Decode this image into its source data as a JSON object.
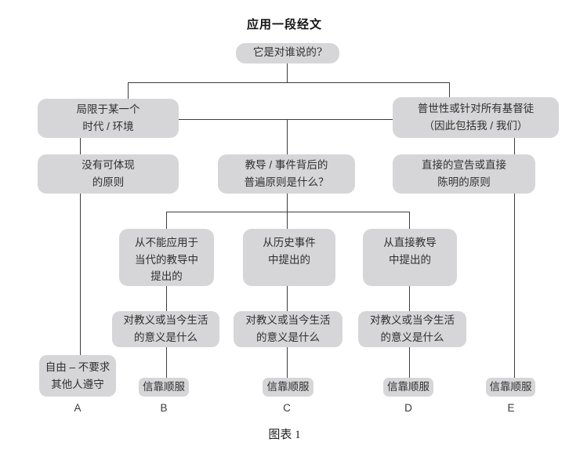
{
  "title": "应用一段经文",
  "caption": "图表 1",
  "colors": {
    "box_fill": "#d6d6d8",
    "connector": "#3c3c3c",
    "box_text": "#2f2f2f",
    "background": "#ffffff"
  },
  "flowchart": {
    "root_question": "它是对谁说的?",
    "left_branch": {
      "scope": "局限于某一个\n时代 / 环境",
      "principle": "没有可体现\n的原则",
      "outcome": "自由 – 不要求\n其他人遵守",
      "column_label": "A"
    },
    "middle_branch": {
      "question": "教导 / 事件背后的\n普遍原则是什么？",
      "columns": [
        {
          "source": "从不能应用于\n当代的教导中\n提出的",
          "significance": "对教义或当今生活\n的意义是什么",
          "outcome": "信靠顺服",
          "column_label": "B"
        },
        {
          "source": "从历史事件\n中提出的",
          "significance": "对教义或当今生活\n的意义是什么",
          "outcome": "信靠顺服",
          "column_label": "C"
        },
        {
          "source": "从直接教导\n中提出的",
          "significance": "对教义或当今生活\n的意义是什么",
          "outcome": "信靠顺服",
          "column_label": "D"
        }
      ]
    },
    "right_branch": {
      "scope": "普世性或针对所有基督徒\n（因此包括我 / 我们）",
      "principle": "直接的宣告或直接\n陈明的原则",
      "outcome": "信靠顺服",
      "column_label": "E"
    }
  }
}
